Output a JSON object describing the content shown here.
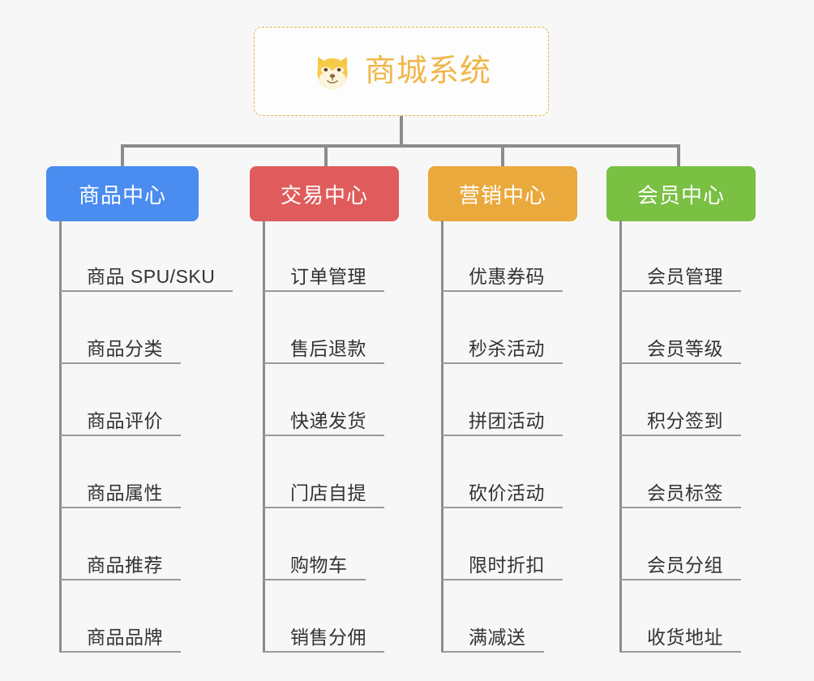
{
  "diagram": {
    "type": "mindmap-tree",
    "background_color": "#f7f7f7",
    "root": {
      "label": "商城系统",
      "icon": "dog-face-emoji",
      "text_color": "#f0b64a",
      "border_color": "#e8b24c",
      "border_style": "dashed"
    },
    "branches": [
      {
        "label": "商品中心",
        "color": "#4a8cf0",
        "leaves": [
          "商品 SPU/SKU",
          "商品分类",
          "商品评价",
          "商品属性",
          "商品推荐",
          "商品品牌"
        ]
      },
      {
        "label": "交易中心",
        "color": "#e05c5c",
        "leaves": [
          "订单管理",
          "售后退款",
          "快递发货",
          "门店自提",
          "购物车",
          "销售分佣"
        ]
      },
      {
        "label": "营销中心",
        "color": "#eaa93c",
        "leaves": [
          "优惠券码",
          "秒杀活动",
          "拼团活动",
          "砍价活动",
          "限时折扣",
          "满减送"
        ]
      },
      {
        "label": "会员中心",
        "color": "#79c043",
        "leaves": [
          "会员管理",
          "会员等级",
          "积分签到",
          "会员标签",
          "会员分组",
          "收货地址"
        ]
      }
    ],
    "connector_color": "#8c8c8c",
    "leaf_text_color": "#333333",
    "leaf_rule_color": "#9a9a9a"
  }
}
